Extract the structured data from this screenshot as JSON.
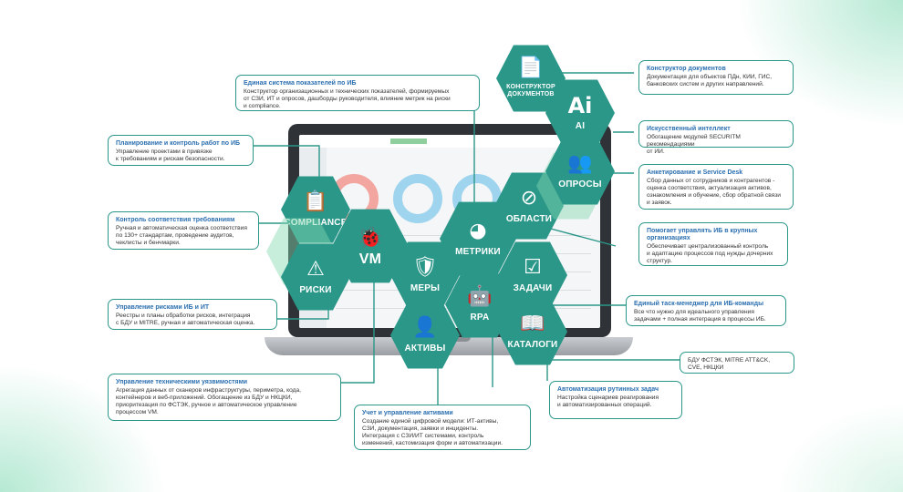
{
  "colors": {
    "accent": "#2b9789",
    "title_blue": "#2b6fb0",
    "light_hex": "#a3e0c6"
  },
  "hexagons": [
    {
      "id": "compliance",
      "label": "COMPLIANCE",
      "icon": "clipboard-icon",
      "glyph": "📋"
    },
    {
      "id": "vm",
      "label": "VM",
      "icon": "bug-icon",
      "glyph": "🐞"
    },
    {
      "id": "riski",
      "label": "РИСКИ",
      "icon": "warning-icon",
      "glyph": "⚠"
    },
    {
      "id": "mery",
      "label": "МЕРЫ",
      "icon": "shield-icon",
      "glyph": "🛡"
    },
    {
      "id": "metriki",
      "label": "МЕТРИКИ",
      "icon": "pie-chart-icon",
      "glyph": "◕"
    },
    {
      "id": "oblasti",
      "label": "ОБЛАСТИ",
      "icon": "scopes-icon",
      "glyph": "⊘"
    },
    {
      "id": "zadachi",
      "label": "ЗАДАЧИ",
      "icon": "checkbox-icon",
      "glyph": "☑"
    },
    {
      "id": "rpa",
      "label": "RPA",
      "icon": "robot-icon",
      "glyph": "🤖"
    },
    {
      "id": "aktivy",
      "label": "АКТИВЫ",
      "icon": "user-lock-icon",
      "glyph": "👤"
    },
    {
      "id": "katalogi",
      "label": "КАТАЛОГИ",
      "icon": "book-icon",
      "glyph": "📖"
    },
    {
      "id": "konstruktor",
      "label": "КОНСТРУКТОР\nДОКУМЕНТОВ",
      "icon": "document-icon",
      "glyph": "📄"
    },
    {
      "id": "ai",
      "label": "AI",
      "icon": "ai-icon",
      "glyph": "Ai"
    },
    {
      "id": "oprosy",
      "label": "ОПРОСЫ",
      "icon": "people-icon",
      "glyph": "👥"
    }
  ],
  "callouts": {
    "metrics": {
      "title": "Единая система показателей по ИБ",
      "text": "Конструктор организационных и технических показателей, формируемых\nот СЗИ, ИТ и опросов, дашборды руководителя, влияние метрик на риски\nи compliance."
    },
    "planning": {
      "title": "Планирование и контроль работ по ИБ",
      "text": "Управление проектами в привязке\nк требованиям и рискам безопасности."
    },
    "compliance": {
      "title": "Контроль соответствия требованиям",
      "text": "Ручная и автоматическая оценка соответствия\nпо 130+ стандартам, проведение аудитов,\nчеклисты и бенчмарки."
    },
    "risks": {
      "title": "Управление рисками ИБ и ИТ",
      "text": "Реестры и планы обработки рисков, интеграция\nс БДУ и MITRE, ручная и автоматическая оценка."
    },
    "vuln": {
      "title": "Управление техническими уязвимостями",
      "text": "Агрегация данных от сканеров инфраструктуры, периметра, кода,\nконтейнеров и веб-приложений. Обогащение из БДУ и НКЦКИ,\nприоритезация по ФСТЭК, ручное и автоматическое управление\nпроцессом VM."
    },
    "assets": {
      "title": "Учет и управление активами",
      "text": "Создание единой цифровой модели: ИТ-активы,\nСЗИ, документация, заявки и инциденты.\nИнтеграция с СЗИ/ИТ системами, контроль\nизменений, кастомизация форм и автоматизации."
    },
    "rpa": {
      "title": "Автоматизация рутинных задач",
      "text": "Настройка сценариев реагирования\nи автоматизированных операций."
    },
    "catalogs": {
      "title": "",
      "text": "БДУ ФСТЭК, MITRE ATT&CK,\nCVE, НКЦКИ"
    },
    "tasks": {
      "title": "Единый таск-менеджер для ИБ-команды",
      "text": "Все что нужно для идеального управления\nзадачами + полная интеграция в процессы ИБ."
    },
    "org": {
      "title": "Помогает управлять ИБ в крупных\nорганизациях",
      "text": "Обеспечивает централизованный контроль\nи адаптацию процессов под нужды дочерних\nструктур."
    },
    "survey": {
      "title": "Анкетирование и Service Desk",
      "text": "Сбор данных от сотрудников и контрагентов -\nоценка соответствия, актуализация активов,\nознакомления и обучение, сбор обратной связи\nи заявок."
    },
    "ai": {
      "title": "Искусственный интеллект",
      "text": "Обогащение модулей SECURITM рекомендациями\nот ИИ."
    },
    "docs": {
      "title": "Конструктор документов",
      "text": "Документация для объектов ПДн, КИИ, ГИС,\nбанковских систем и других направлений."
    }
  }
}
